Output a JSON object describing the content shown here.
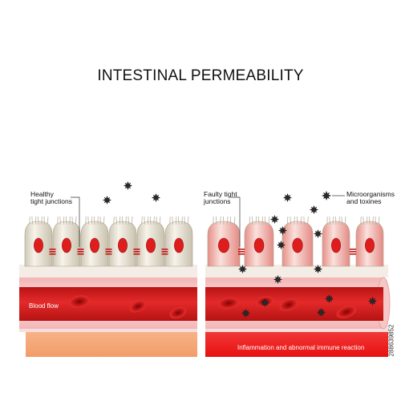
{
  "title": "INTESTINAL PERMEABILITY",
  "labels": {
    "healthy": "Healthy\ntight junctions",
    "faulty": "Faulty tight\njunctions",
    "microorganisms": "Microorganisms\nand toxines",
    "blood_flow": "Blood flow",
    "inflammation": "Inflammation and abnormal immune reaction"
  },
  "stock_id": "288639852",
  "colors": {
    "healthy_cell": "#ece6d8",
    "damaged_cell": "#f3b8b2",
    "nucleus": "#e01d1d",
    "vessel": "#f6c3c3",
    "vessel_lumen": "#d92020",
    "tissue_healthy": "#f5a878",
    "tissue_inflamed": "#ef1f1f",
    "microbe": "#1c1c1c"
  }
}
